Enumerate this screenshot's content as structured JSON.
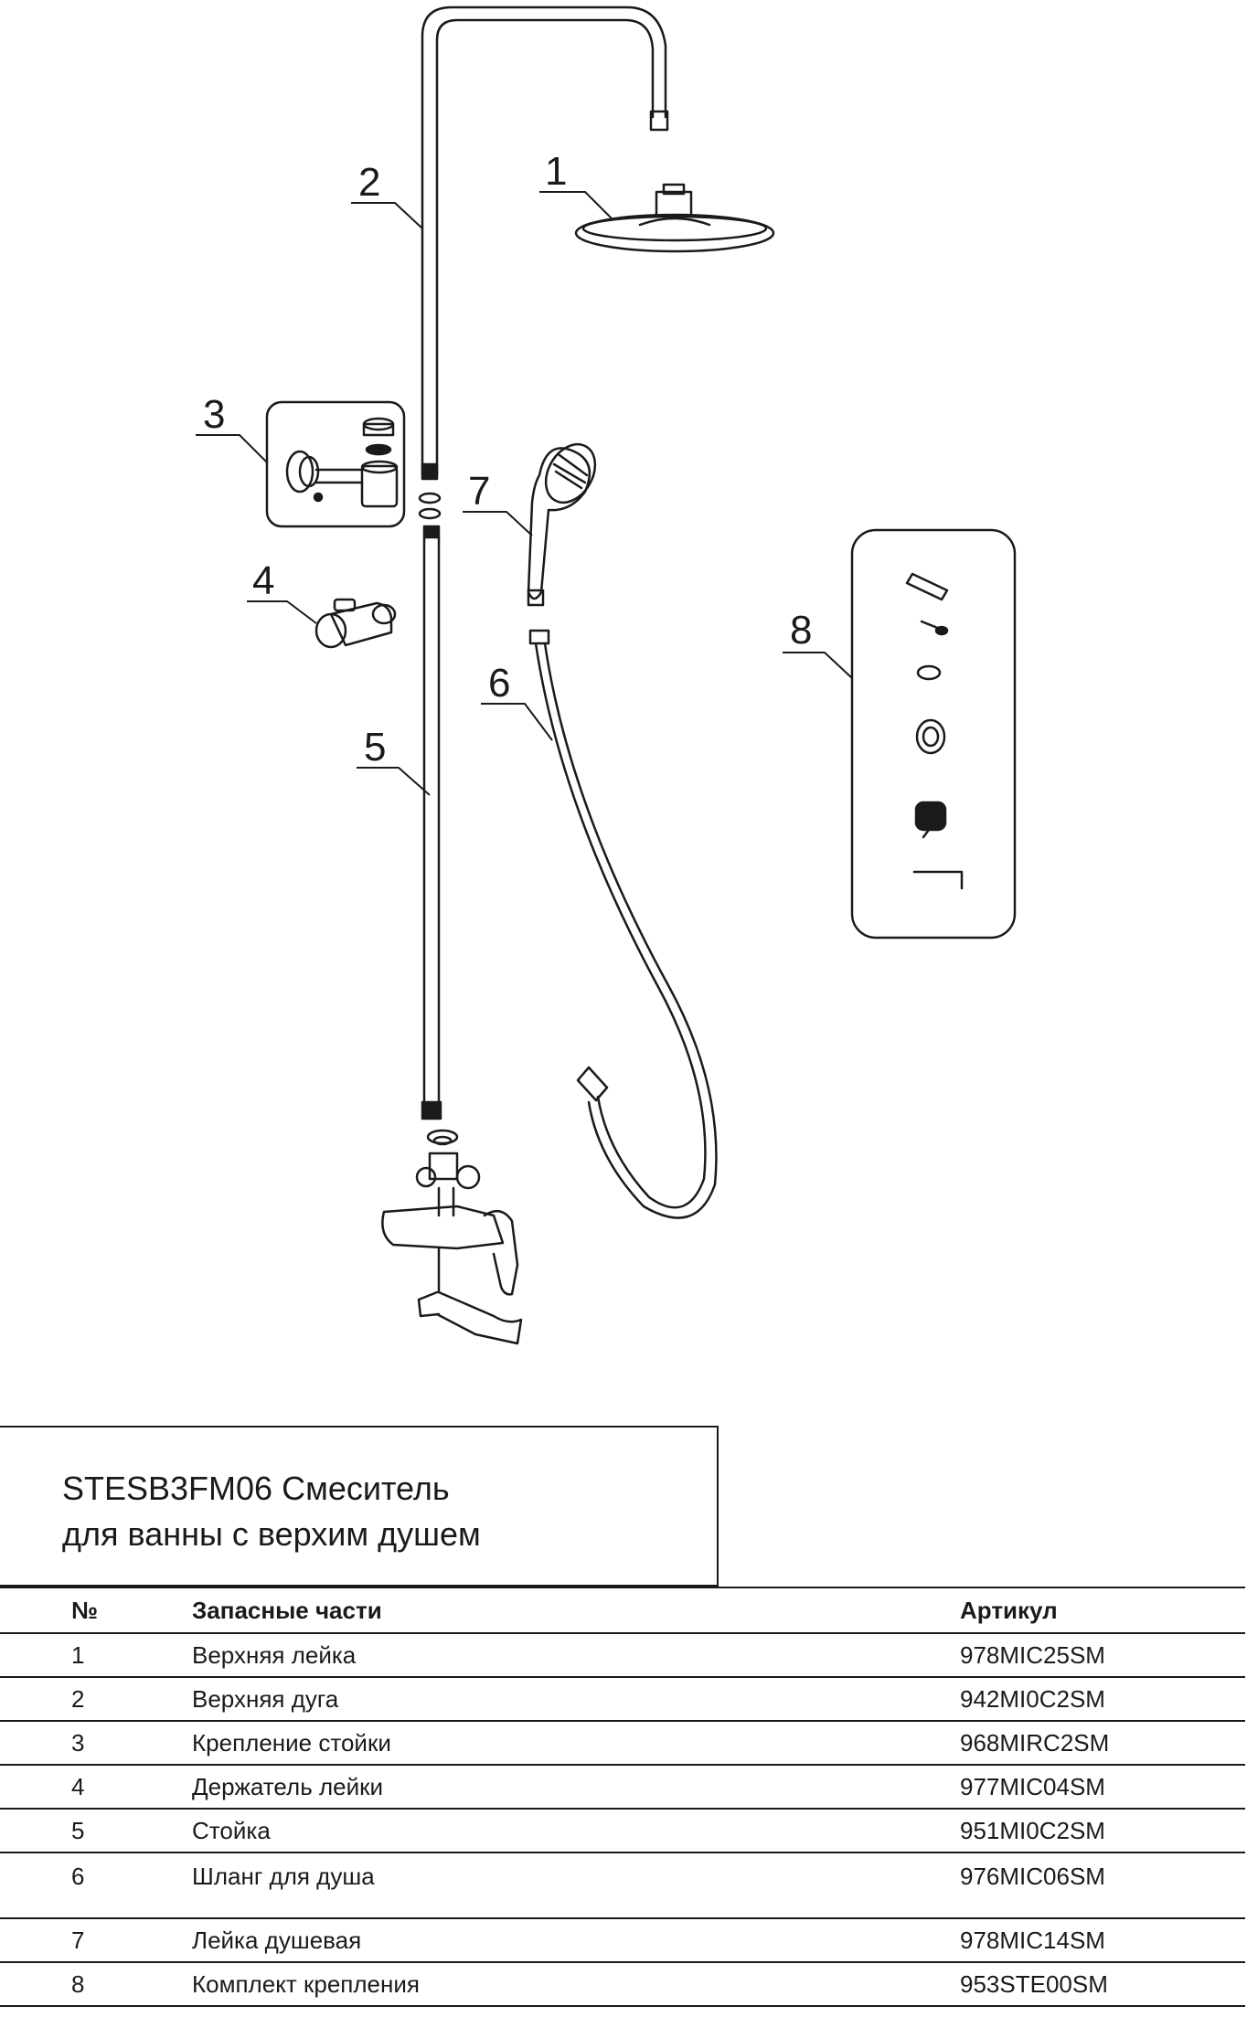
{
  "callouts": [
    "1",
    "2",
    "3",
    "4",
    "5",
    "6",
    "7",
    "8"
  ],
  "title": {
    "line1": "STESB3FM06 Смеситель",
    "line2": "для ванны с верхим душем"
  },
  "table": {
    "headers": {
      "num": "№",
      "name": "Запасные части",
      "article": "Артикул"
    },
    "rows": [
      {
        "num": "1",
        "name": "Верхняя лейка",
        "article": "978MIC25SM"
      },
      {
        "num": "2",
        "name": "Верхняя дуга",
        "article": "942MI0C2SM"
      },
      {
        "num": "3",
        "name": "Крепление стойки",
        "article": "968MIRC2SM"
      },
      {
        "num": "4",
        "name": "Держатель лейки",
        "article": "977MIC04SM"
      },
      {
        "num": "5",
        "name": "Стойка",
        "article": "951MI0C2SM"
      },
      {
        "num": "6",
        "name": "Шланг для душа",
        "article": "976MIC06SM"
      },
      {
        "num": "7",
        "name": "Лейка душевая",
        "article": "978MIC14SM"
      },
      {
        "num": "8",
        "name": "Комплект крепления",
        "article": "953STE00SM"
      }
    ]
  },
  "colors": {
    "line": "#1a1a1a",
    "background": "#ffffff"
  }
}
